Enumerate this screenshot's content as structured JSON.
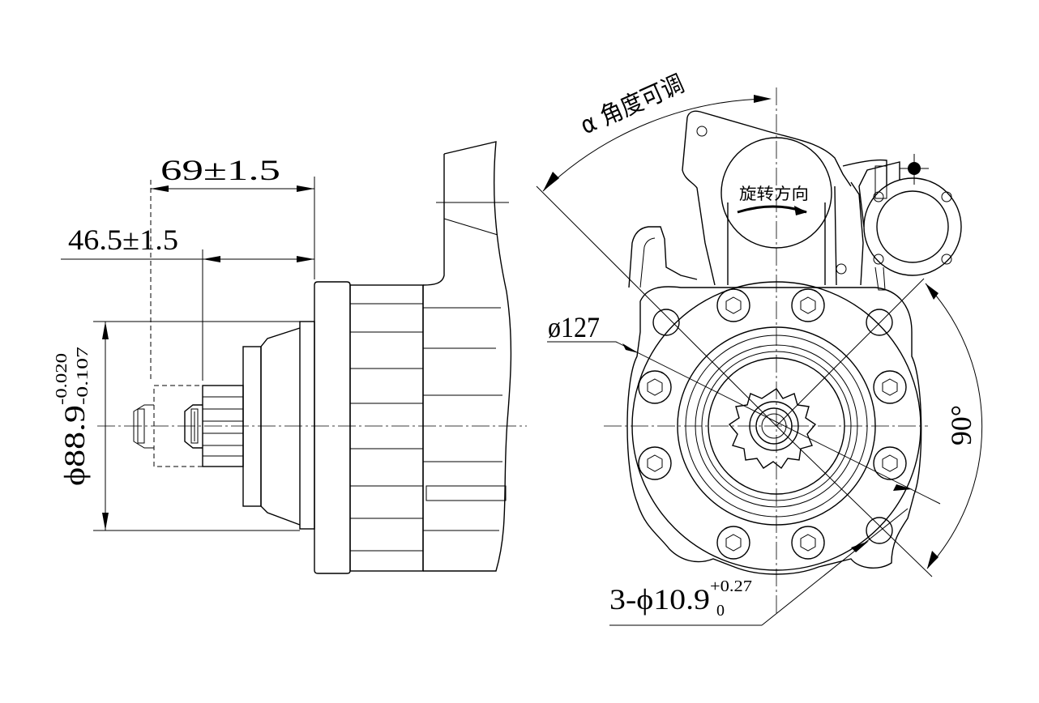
{
  "side_view": {
    "dim_overall": "69±1.5",
    "dim_flange": "46.5±1.5",
    "dim_pilot_main": "ϕ88.9",
    "dim_pilot_upper_tol": "-0.020",
    "dim_pilot_lower_tol": "-0.107"
  },
  "front_view": {
    "angle_label": "α 角度可调",
    "rotation_label": "旋转方向",
    "bolt_circle": "ø127",
    "holes_main": "3-ϕ10.9",
    "holes_upper_tol": "+0.27",
    "holes_lower_tol": "0",
    "angle_90": "90°"
  }
}
